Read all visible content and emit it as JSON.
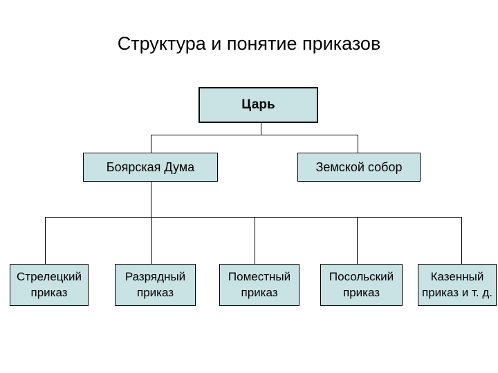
{
  "title": "Структура и понятие приказов",
  "colors": {
    "background": "#ffffff",
    "box_fill": "#c9e2e4",
    "box_border": "#000000",
    "connector_line": "#000000",
    "text": "#000000"
  },
  "diagram": {
    "type": "org-chart",
    "root": {
      "label": "Царь"
    },
    "level2": [
      {
        "label": "Боярская Дума"
      },
      {
        "label": "Земской собор"
      }
    ],
    "level3": [
      {
        "lines": [
          "Стрелецкий",
          "приказ"
        ]
      },
      {
        "lines": [
          "Разрядный",
          "приказ"
        ]
      },
      {
        "lines": [
          "Поместный",
          "приказ"
        ]
      },
      {
        "lines": [
          "Посольский",
          "приказ"
        ]
      },
      {
        "lines": [
          "Казенный",
          "приказ и т. д."
        ]
      }
    ]
  }
}
